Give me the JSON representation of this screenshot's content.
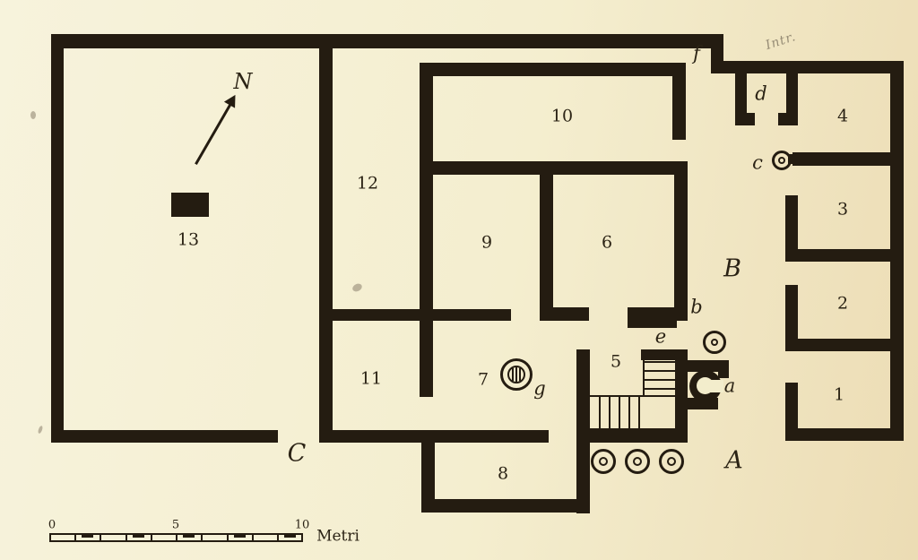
{
  "plan": {
    "room_labels": {
      "r1": "1",
      "r2": "2",
      "r3": "3",
      "r4": "4",
      "r5": "5",
      "r6": "6",
      "r7": "7",
      "r8": "8",
      "r9": "9",
      "r10": "10",
      "r11": "11",
      "r12": "12",
      "r13": "13"
    },
    "area_labels": {
      "A": "A",
      "B": "B",
      "C": "C"
    },
    "feature_labels": {
      "a": "a",
      "b": "b",
      "c": "c",
      "d": "d",
      "e": "e",
      "f": "f",
      "g": "g"
    },
    "north_label": "N",
    "pencil_note": "Intr.",
    "scale_bar": {
      "tick_0": "0",
      "tick_5": "5",
      "tick_10": "10",
      "unit_label": "Metri"
    },
    "colors": {
      "background": "#f4eecf",
      "wall": "#241c11",
      "ink": "#2b2315",
      "pencil": "#958b74"
    }
  }
}
